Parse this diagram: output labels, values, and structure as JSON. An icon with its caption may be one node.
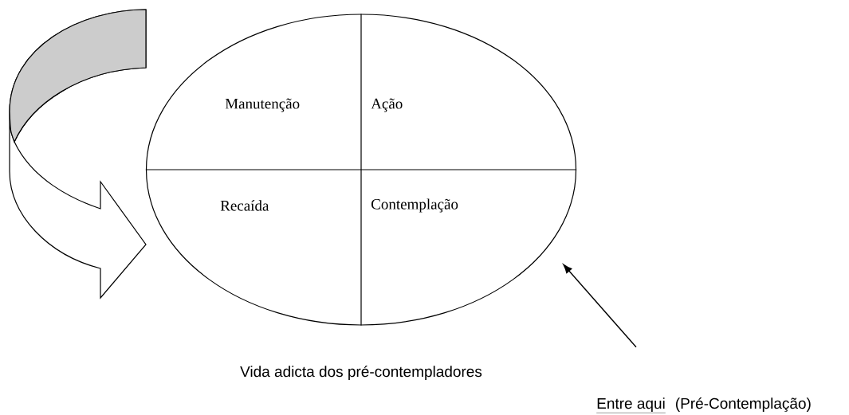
{
  "diagram": {
    "nodes": [
      {
        "text": [
          "Manutenção",
          "Ação",
          "Recaída",
          "Contemplação"
        ],
        "beside": [
          "Vida adicta dos pré-contempladores"
        ]
      },
      {
        "text": [
          "Entre aqui",
          "(Pré-Contemplação)"
        ]
      }
    ],
    "edges": [
      {
        "from": 1,
        "to": 0,
        "arrow": "to"
      }
    ]
  }
}
